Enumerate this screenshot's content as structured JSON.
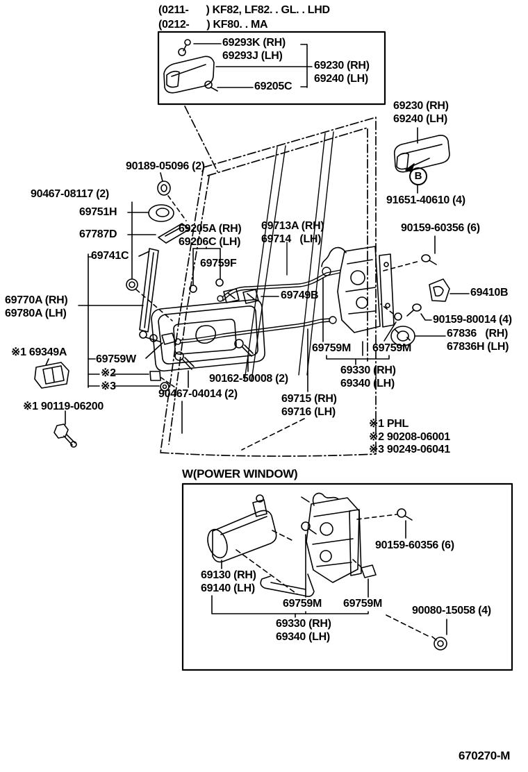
{
  "title_block": {
    "line1": "(0211-      ) KF82, LF82. . GL. . LHD",
    "line2": "(0212-      ) KF80. . MA"
  },
  "section_label": "W(POWER WINDOW)",
  "doc_number": "670270-M",
  "ref_circle": "B",
  "notes": "※1 PHL\n※2 90208-06001\n※3 90249-06041",
  "parts": {
    "p69293": "69293K (RH)\n69293J (LH)",
    "p69205C": "69205C",
    "p69230": "69230 (RH)\n69240 (LH)",
    "p91651": "91651-40610 (4)",
    "p90189": "90189-05096 (2)",
    "p90467_08117": "90467-08117 (2)",
    "p69751H": "69751H",
    "p67787D": "67787D",
    "p69741C": "69741C",
    "p69205A": "69205A (RH)\n69206C (LH)",
    "p69713A": "69713A (RH)\n69714   (LH)",
    "p90159_60356": "90159-60356 (6)",
    "p69759F": "69759F",
    "p69410B": "69410B",
    "p69749B": "69749B",
    "p69770A": "69770A (RH)\n69780A (LH)",
    "p90159_80014": "90159-80014 (4)",
    "p67836": "67836   (RH)\n67836H (LH)",
    "p69349A": "※1 69349A",
    "p69759W": "69759W",
    "p69759M": "69759M",
    "pstar2": "※2",
    "pstar3": "※3",
    "p90162": "90162-50008 (2)",
    "p69330": "69330 (RH)\n69340 (LH)",
    "p90467_04014": "90467-04014 (2)",
    "p90119": "※1 90119-06200",
    "p69715": "69715 (RH)\n69716 (LH)",
    "p69130": "69130 (RH)\n69140 (LH)",
    "p90080": "90080-15058 (4)"
  }
}
